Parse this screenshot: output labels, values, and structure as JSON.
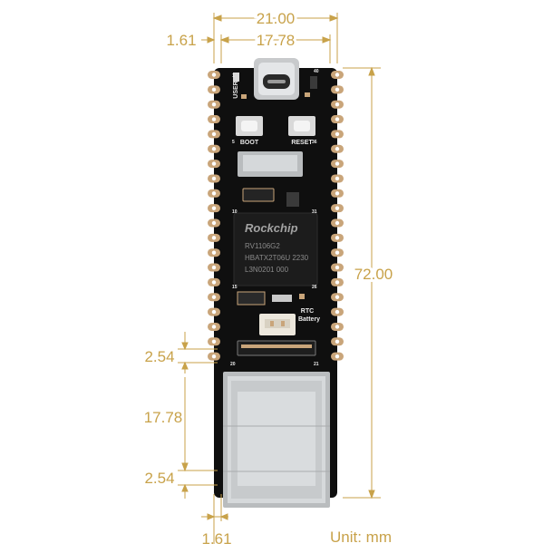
{
  "colors": {
    "dimension": "#c8a24a",
    "pcb": "#0f0f0f",
    "pad": "#c9a57a",
    "silkscreen": "#eaeaea",
    "chip": "#1c1c1c",
    "chip_text": "#8a8a8a",
    "rj45": "#b9bcbe"
  },
  "dimensions": {
    "total_width": "21.00",
    "pin_span": "17.78",
    "edge_offset_top": "1.61",
    "length": "72.00",
    "pitch_upper": "2.54",
    "rj45_span": "17.78",
    "pitch_lower": "2.54",
    "edge_offset_bottom": "1.61",
    "unit": "Unit: mm"
  },
  "board": {
    "silkscreen": {
      "user": "USER",
      "boot": "BOOT",
      "reset": "RESET",
      "rtc": "RTC",
      "battery": "Battery",
      "pin_1": "1",
      "pin_40": "40",
      "pin_5": "5",
      "pin_36": "36",
      "pin_10": "10",
      "pin_31": "31",
      "pin_15": "15",
      "pin_26": "26",
      "pin_20": "20",
      "pin_21": "21"
    },
    "chip": {
      "brand": "Rockchip",
      "line1": "RV1106G2",
      "line2": "HBATX2T06U 2230",
      "line3": "L3N0201 000"
    }
  }
}
